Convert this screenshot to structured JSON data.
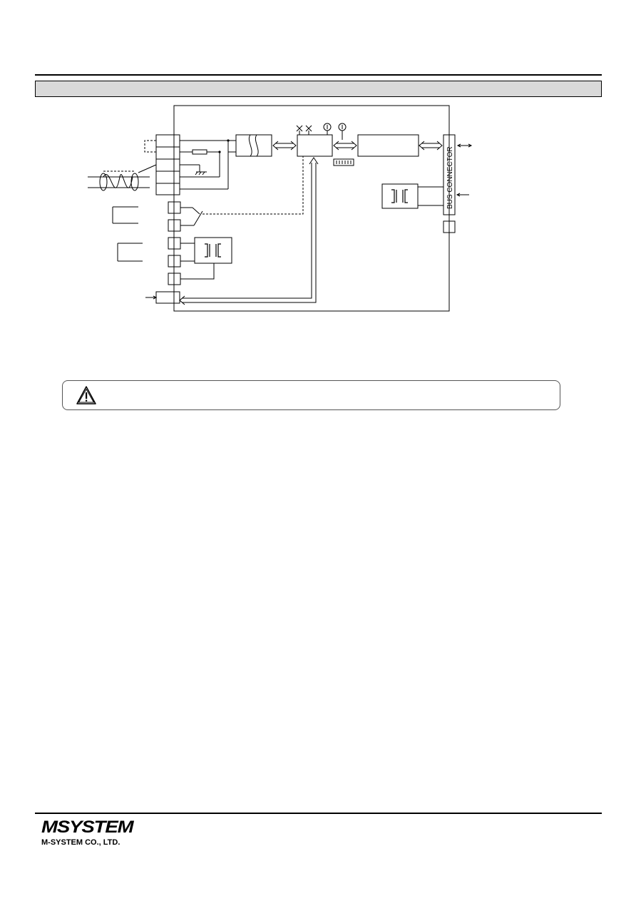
{
  "diagram": {
    "bus_connector_label": "BUS CONNECTOR"
  },
  "footer": {
    "logo_mark": "MSYSTEM",
    "company_name": "M-SYSTEM CO., LTD."
  },
  "icons": {
    "warning": "warning-triangle-icon"
  }
}
